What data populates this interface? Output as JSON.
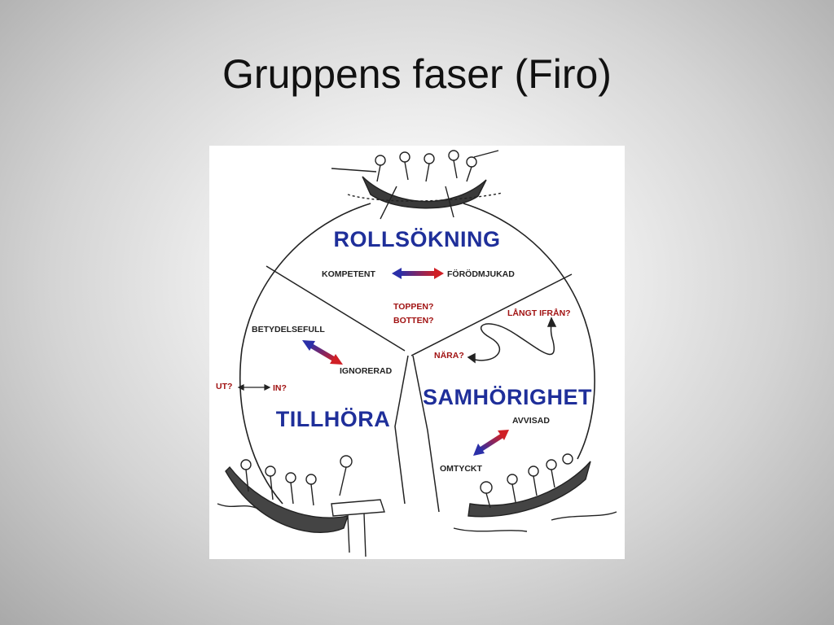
{
  "slide": {
    "title": "Gruppens faser (Firo)"
  },
  "diagram": {
    "phases": {
      "rollsokning": "ROLLSÖKNING",
      "tillhora": "TILLHÖRA",
      "samhorighet": "SAMHÖRIGHET"
    },
    "labels": {
      "kompetent": "KOMPETENT",
      "forodmjukad": "FÖRÖDMJUKAD",
      "toppen": "TOPPEN?",
      "botten": "BOTTEN?",
      "langt_ifran": "LÅNGT IFRÅN?",
      "nara": "NÄRA?",
      "betydelsefull": "BETYDELSEFULL",
      "ignorerad": "IGNORERAD",
      "ut": "UT?",
      "in": "IN?",
      "avvisad": "AVVISAD",
      "omtyckt": "OMTYCKT"
    },
    "colors": {
      "blue": "#2b2fa8",
      "red": "#c8202a",
      "phase_text": "#1f2f9a"
    }
  }
}
